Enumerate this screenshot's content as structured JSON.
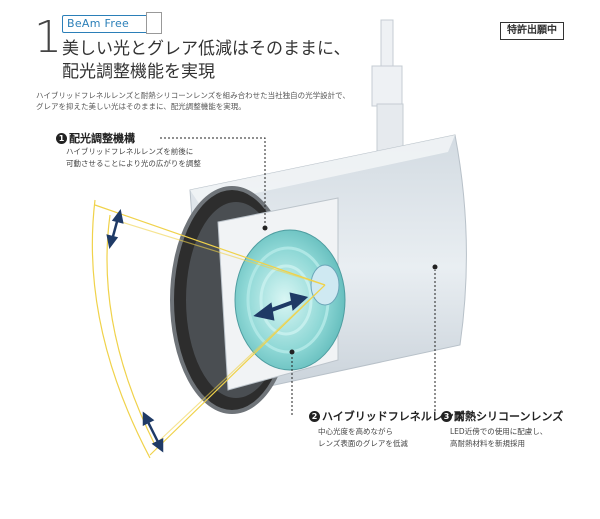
{
  "section_number": "1",
  "badge": {
    "label": "BeAm Free"
  },
  "patent_label": "特許出願中",
  "headline": {
    "line1": "美しい光とグレア低減はそのままに、",
    "line2": "配光調整機能を実現"
  },
  "intro": {
    "line1": "ハイブリッドフレネルレンズと耐熱シリコーンレンズを組み合わせた当社独自の光学設計で、",
    "line2": "グレアを抑えた美しい光はそのままに、配光調整機能を実現。"
  },
  "features": [
    {
      "num": "1",
      "title": "配光調整機構",
      "desc1": "ハイブリッドフレネルレンズを前後に",
      "desc2": "可動させることにより光の広がりを調整"
    },
    {
      "num": "2",
      "title": "ハイブリッドフレネルレンズ",
      "desc1": "中心光度を高めながら",
      "desc2": "レンズ表面のグレアを低減"
    },
    {
      "num": "3",
      "title": "耐熱シリコーンレンズ",
      "desc1": "LED近傍での使用に配慮し、",
      "desc2": "高耐熱材料を新規採用"
    }
  ],
  "colors": {
    "accent_blue": "#2b7fb8",
    "lens_teal": "#7fd3d3",
    "beam_yellow": "#f0d24a",
    "arrow_navy": "#1f3a66"
  }
}
